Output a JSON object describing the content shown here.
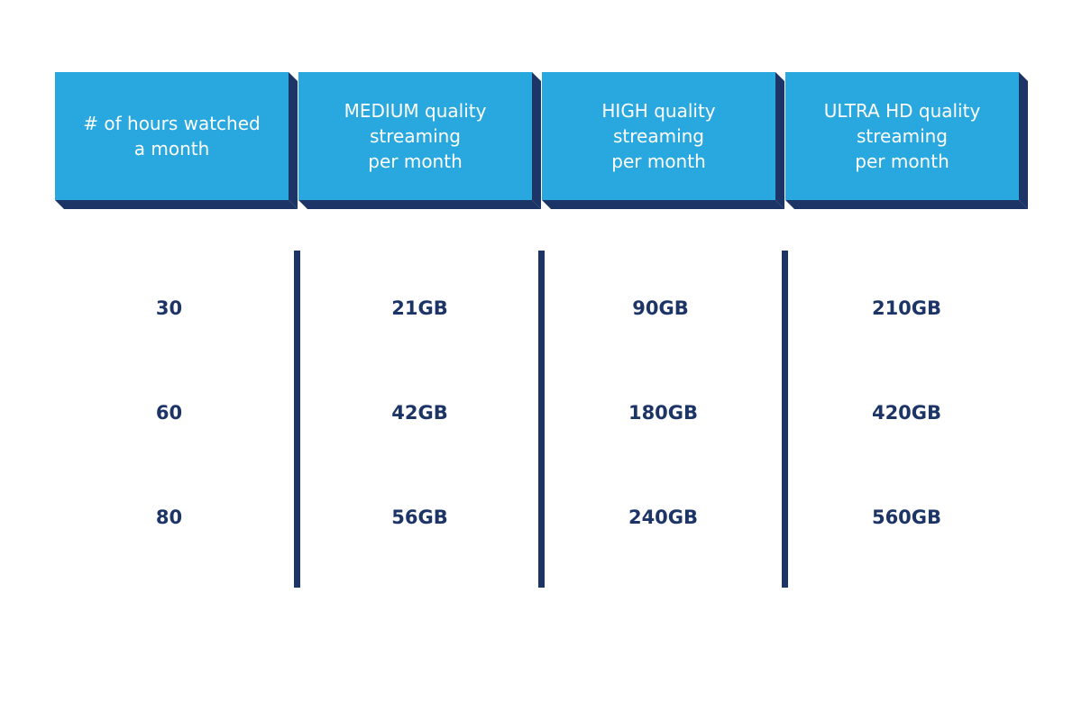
{
  "colors": {
    "header_bg": "#29a8e0",
    "header_shadow": "#1c3566",
    "text_dark": "#1c3566"
  },
  "table": {
    "headers": [
      "# of hours watched\na month",
      "MEDIUM quality\nstreaming\nper month",
      "HIGH quality\nstreaming\nper month",
      "ULTRA HD quality\nstreaming\nper month"
    ],
    "rows": [
      [
        "30",
        "21GB",
        "90GB",
        "210GB"
      ],
      [
        "60",
        "42GB",
        "180GB",
        "420GB"
      ],
      [
        "80",
        "56GB",
        "240GB",
        "560GB"
      ]
    ]
  }
}
